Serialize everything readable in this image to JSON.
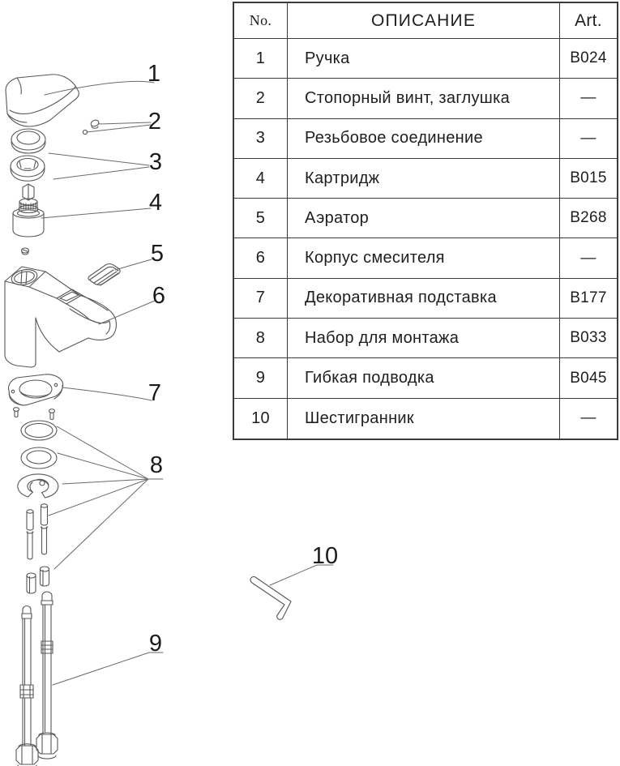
{
  "table": {
    "headers": {
      "no": "No.",
      "description": "ОПИСАНИЕ",
      "art": "Art."
    },
    "rows": [
      {
        "no": "1",
        "description": "Ручка",
        "art": "B024"
      },
      {
        "no": "2",
        "description": "Стопорный винт, заглушка",
        "art": "—"
      },
      {
        "no": "3",
        "description": "Резьбовое соединение",
        "art": "—"
      },
      {
        "no": "4",
        "description": "Картридж",
        "art": "B015"
      },
      {
        "no": "5",
        "description": "Аэратор",
        "art": "B268"
      },
      {
        "no": "6",
        "description": "Корпус смесителя",
        "art": "—"
      },
      {
        "no": "7",
        "description": "Декоративная подставка",
        "art": "B177"
      },
      {
        "no": "8",
        "description": "Набор для монтажа",
        "art": "B033"
      },
      {
        "no": "9",
        "description": "Гибкая подводка",
        "art": "B045"
      },
      {
        "no": "10",
        "description": "Шестигранник",
        "art": "—"
      }
    ]
  },
  "diagram": {
    "labels": [
      "1",
      "2",
      "3",
      "4",
      "5",
      "6",
      "7",
      "8",
      "9",
      "10"
    ]
  },
  "colors": {
    "background": "#ffffff",
    "table_border": "#3b3b3b",
    "text": "#1e1e1e",
    "drawing_stroke": "#575757",
    "leader_line": "#6a6a6a"
  }
}
